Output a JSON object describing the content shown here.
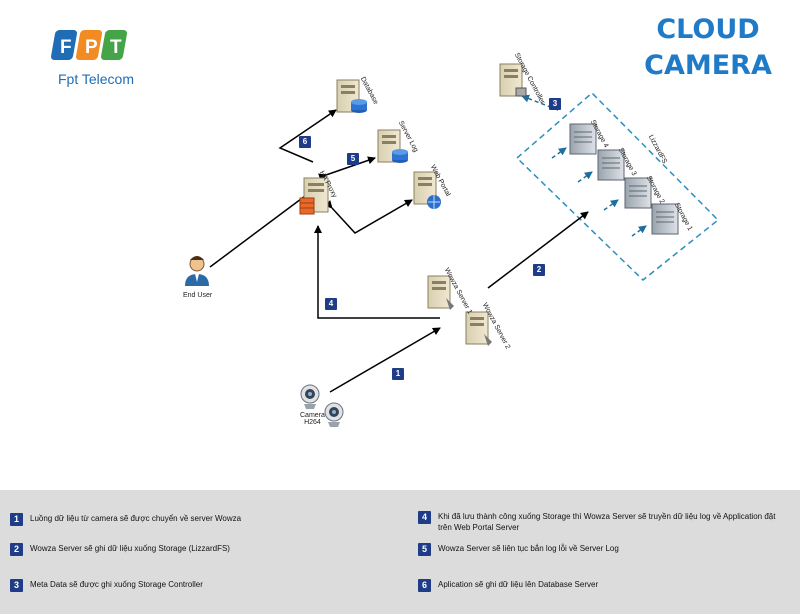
{
  "brand": {
    "logo_letters": "FPT",
    "company": "Fpt Telecom"
  },
  "title": {
    "line1": "CLOUD",
    "line2": "CAMERA"
  },
  "nodes": {
    "database": "Database",
    "server_log": "Server Log",
    "ha_proxy": "HA Proxy",
    "web_portal": "Web Portal",
    "storage_controller": "Storage Controller",
    "storage_4": "Storage 4",
    "storage_3": "Storage 3",
    "storage_2": "Storage 2",
    "storage_1": "Storage 1",
    "lizzardfs": "LizzardFS",
    "end_user": "End User",
    "wowza_1": "Wowza Server 1",
    "wowza_2": "Wowza Server 2",
    "camera_line1": "Camera",
    "camera_line2": "H264"
  },
  "step_badges": [
    "1",
    "2",
    "3",
    "4",
    "5",
    "6"
  ],
  "legend": [
    {
      "num": "1",
      "text": "Luồng dữ liệu từ camera sẽ được chuyển về server Wowza"
    },
    {
      "num": "2",
      "text": "Wowza Server sẽ ghi dữ liệu xuống Storage (LizzardFS)"
    },
    {
      "num": "3",
      "text": "Meta Data sẽ được ghi xuống Storage Controller"
    },
    {
      "num": "4",
      "text": "Khi đã lưu thành công xuống Storage thì Wowza Server sẽ truyền dữ liệu log về Application đặt trên Web Portal Server"
    },
    {
      "num": "5",
      "text": "Wowza Server sẽ liên tục bắn log lỗi về Server Log"
    },
    {
      "num": "6",
      "text": "Aplication sẽ ghi dữ liệu lên Database Server"
    }
  ],
  "colors": {
    "brand_blue": "#1f7ac8",
    "badge": "#1f3c88",
    "cluster": "#2a8fbf",
    "logo_orange": "#f28b22",
    "logo_green": "#44a447"
  }
}
